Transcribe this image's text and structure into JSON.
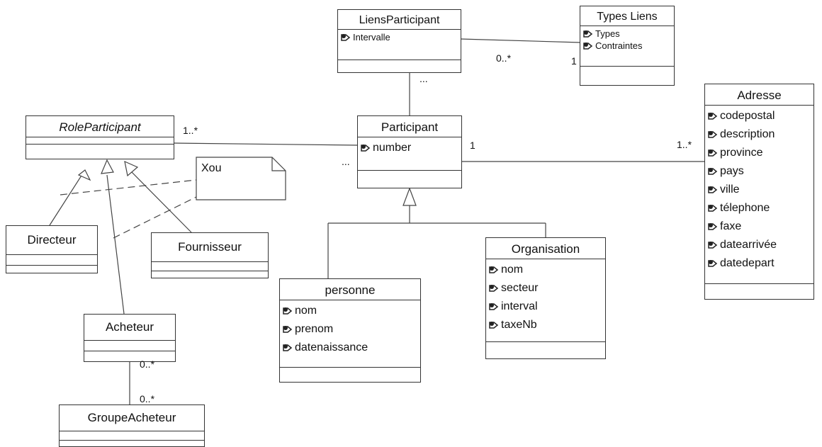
{
  "classes": {
    "liens_participant": {
      "name": "LiensParticipant",
      "attrs": [
        "Intervalle"
      ]
    },
    "types_liens": {
      "name": "Types Liens",
      "attrs": [
        "Types",
        "Contraintes"
      ]
    },
    "role_participant": {
      "name": "RoleParticipant"
    },
    "participant": {
      "name": "Participant",
      "attrs": [
        "number"
      ]
    },
    "adresse": {
      "name": "Adresse",
      "attrs": [
        "codepostal",
        "description",
        "province",
        "pays",
        "ville",
        "télephone",
        "faxe",
        "datearrivée",
        "datedepart"
      ]
    },
    "directeur": {
      "name": "Directeur"
    },
    "fournisseur": {
      "name": "Fournisseur"
    },
    "acheteur": {
      "name": "Acheteur"
    },
    "groupe_acheteur": {
      "name": "GroupeAcheteur"
    },
    "personne": {
      "name": "personne",
      "attrs": [
        "nom",
        "prenom",
        "datenaissance"
      ]
    },
    "organisation": {
      "name": "Organisation",
      "attrs": [
        "nom",
        "secteur",
        "interval",
        "taxeNb"
      ]
    }
  },
  "note": {
    "text": "Xou"
  },
  "multiplicities": {
    "liens_to_types": "0..*",
    "types_side": "1",
    "liens_to_participant": "...",
    "role_side": "1..*",
    "participant_left": "...",
    "participant_right": "1",
    "adresse_side": "1..*",
    "acheteur_side": "0..*",
    "groupe_side": "0..*"
  }
}
